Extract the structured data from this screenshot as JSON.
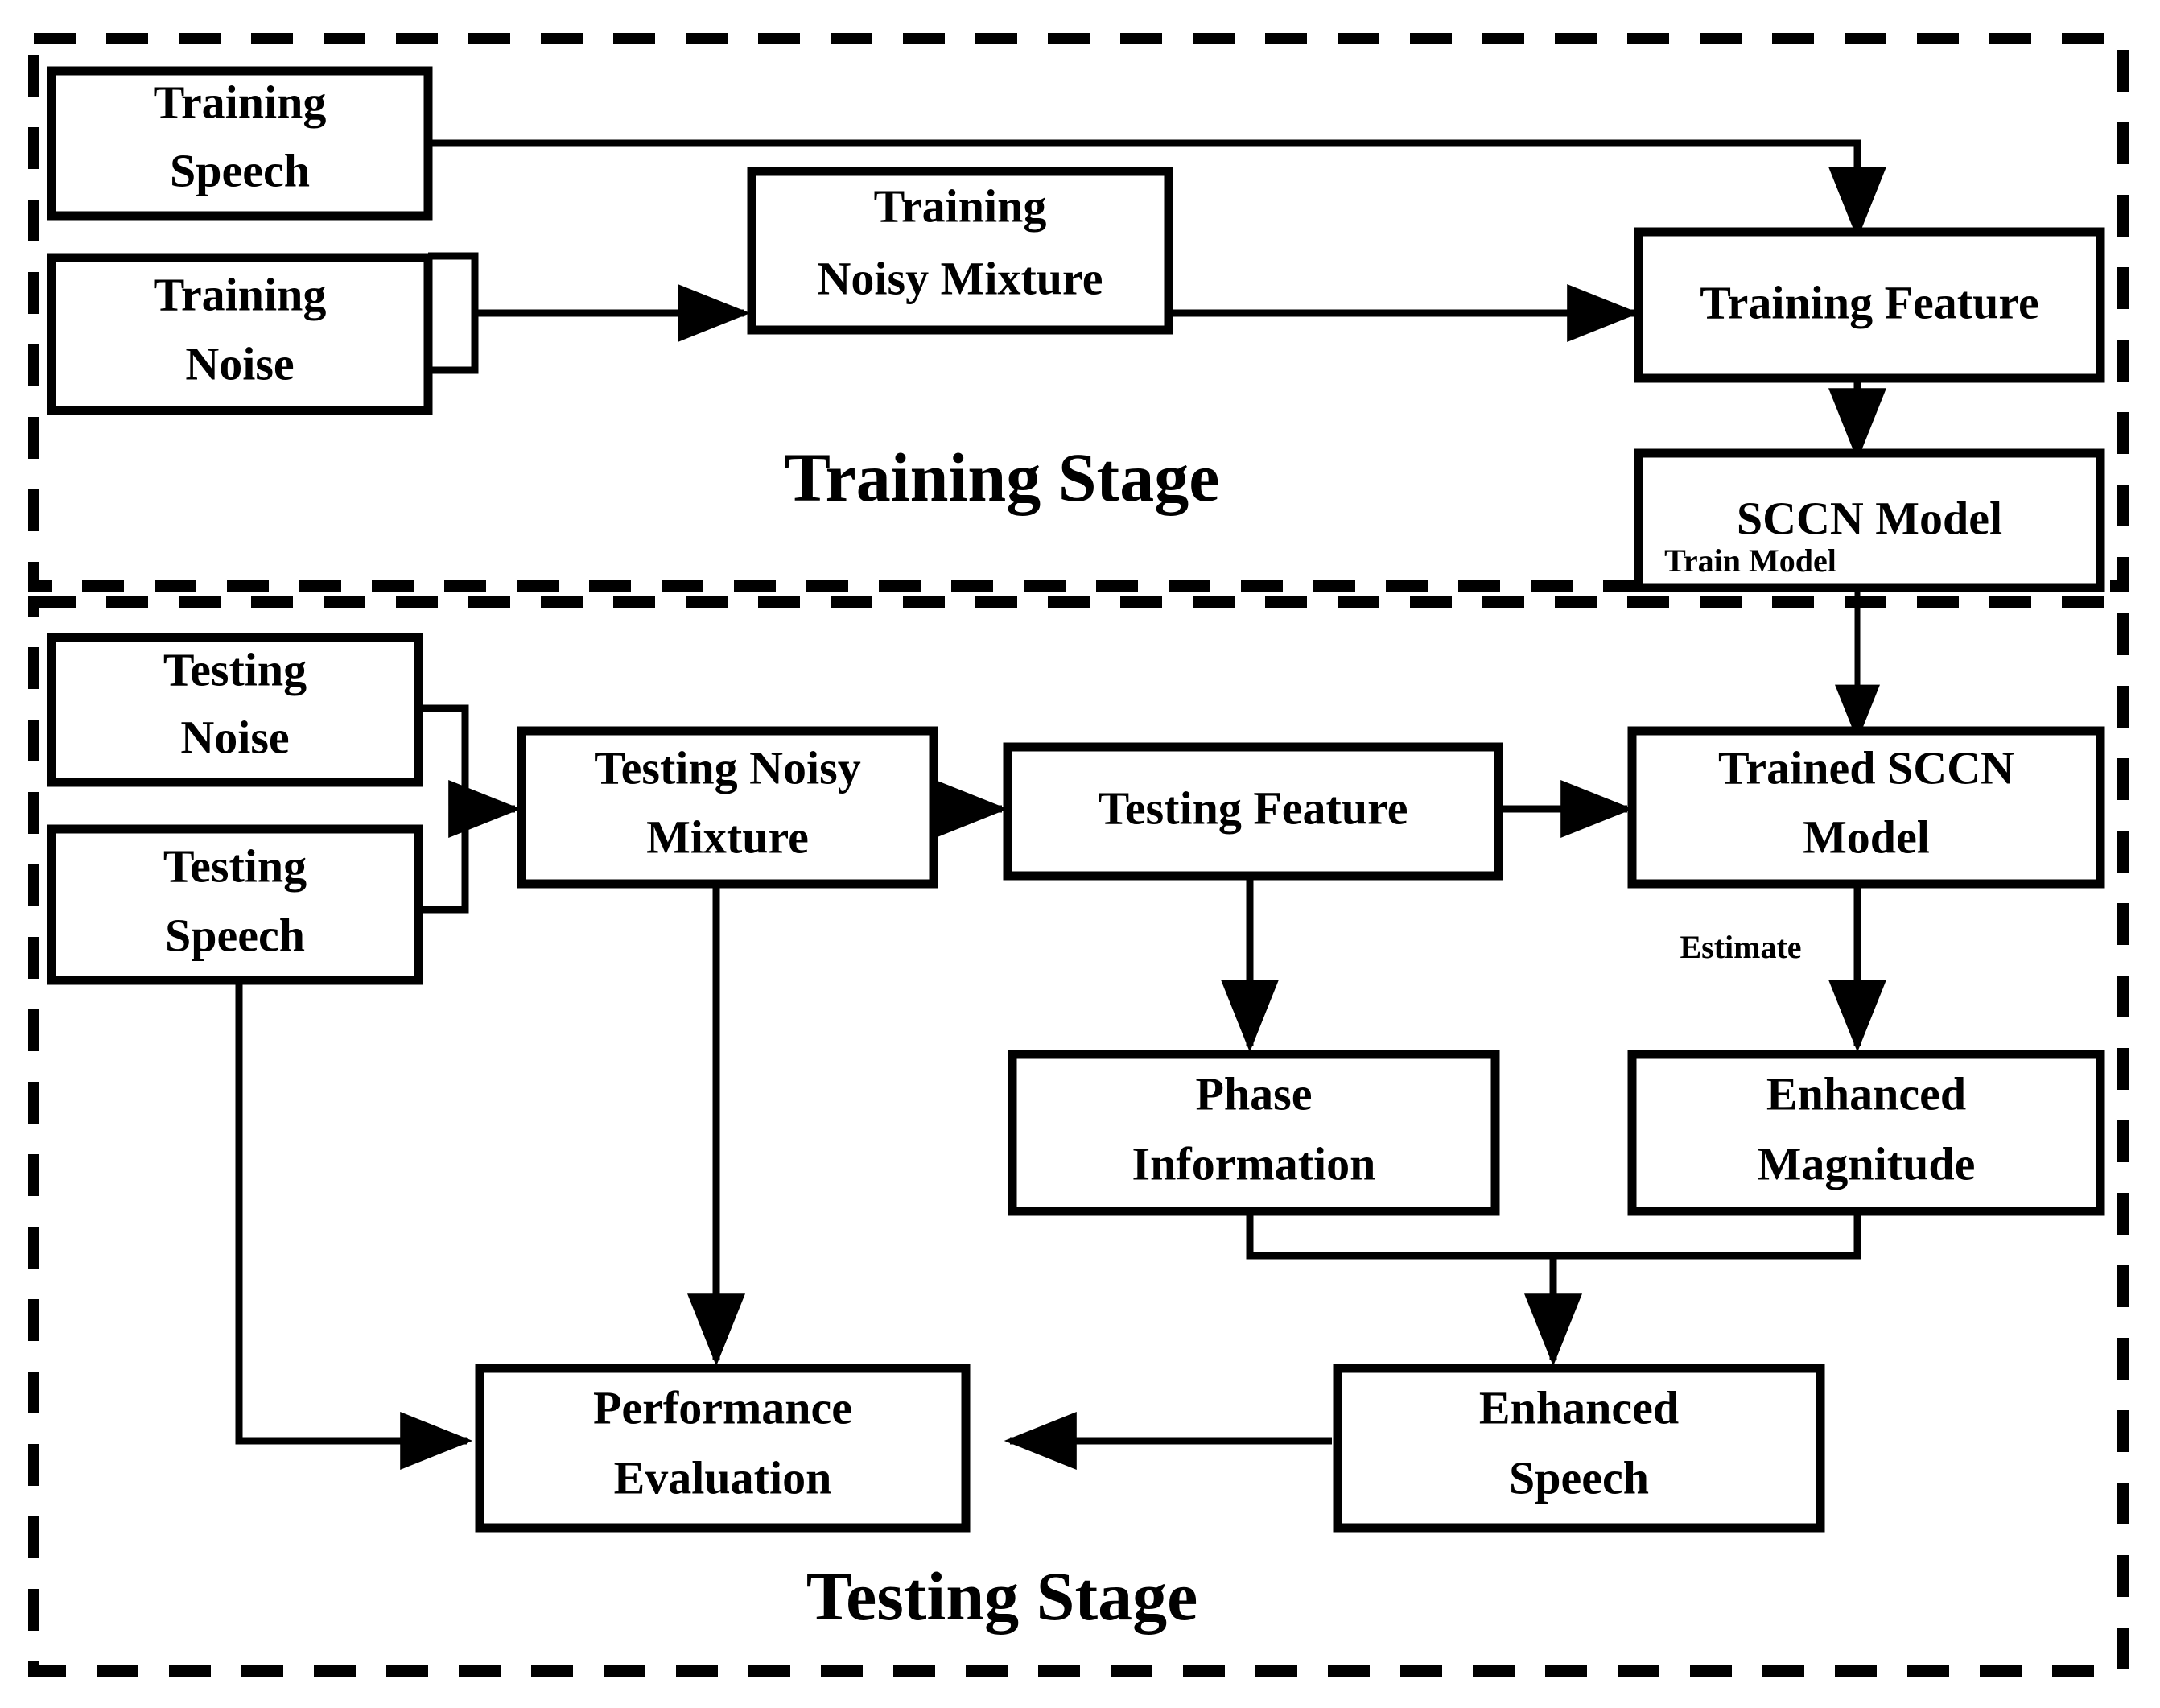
{
  "figure": {
    "type": "flowchart",
    "description": "Speech enhancement system block diagram with a training stage and a testing stage"
  },
  "stages": [
    {
      "id": "training",
      "title": "Training Stage"
    },
    {
      "id": "testing",
      "title": "Testing Stage"
    }
  ],
  "nodes": {
    "training_speech": {
      "lines": [
        "Training",
        "Speech"
      ]
    },
    "training_noise": {
      "lines": [
        "Training",
        "Noise"
      ]
    },
    "training_noisy_mix": {
      "lines": [
        "Training",
        "Noisy Mixture"
      ]
    },
    "training_feature": {
      "lines": [
        "Training Feature"
      ]
    },
    "sccn_model": {
      "lines": [
        "SCCN Model"
      ]
    },
    "testing_noise": {
      "lines": [
        "Testing",
        "Noise"
      ]
    },
    "testing_speech": {
      "lines": [
        "Testing",
        "Speech"
      ]
    },
    "testing_noisy_mix": {
      "lines": [
        "Testing Noisy",
        "Mixture"
      ]
    },
    "testing_feature": {
      "lines": [
        "Testing Feature"
      ]
    },
    "trained_sccn_model": {
      "lines": [
        "Trained SCCN",
        "Model"
      ]
    },
    "phase_information": {
      "lines": [
        "Phase",
        "Information"
      ]
    },
    "enhanced_magnitude": {
      "lines": [
        "Enhanced",
        "Magnitude"
      ]
    },
    "enhanced_speech": {
      "lines": [
        "Enhanced",
        "Speech"
      ]
    },
    "performance_eval": {
      "lines": [
        "Performance",
        "Evaluation"
      ]
    }
  },
  "edge_labels": {
    "train_model": "Train Model",
    "estimate": "Estimate"
  },
  "colors": {
    "stroke": "#000000",
    "fill": "#ffffff",
    "background": "#ffffff"
  }
}
